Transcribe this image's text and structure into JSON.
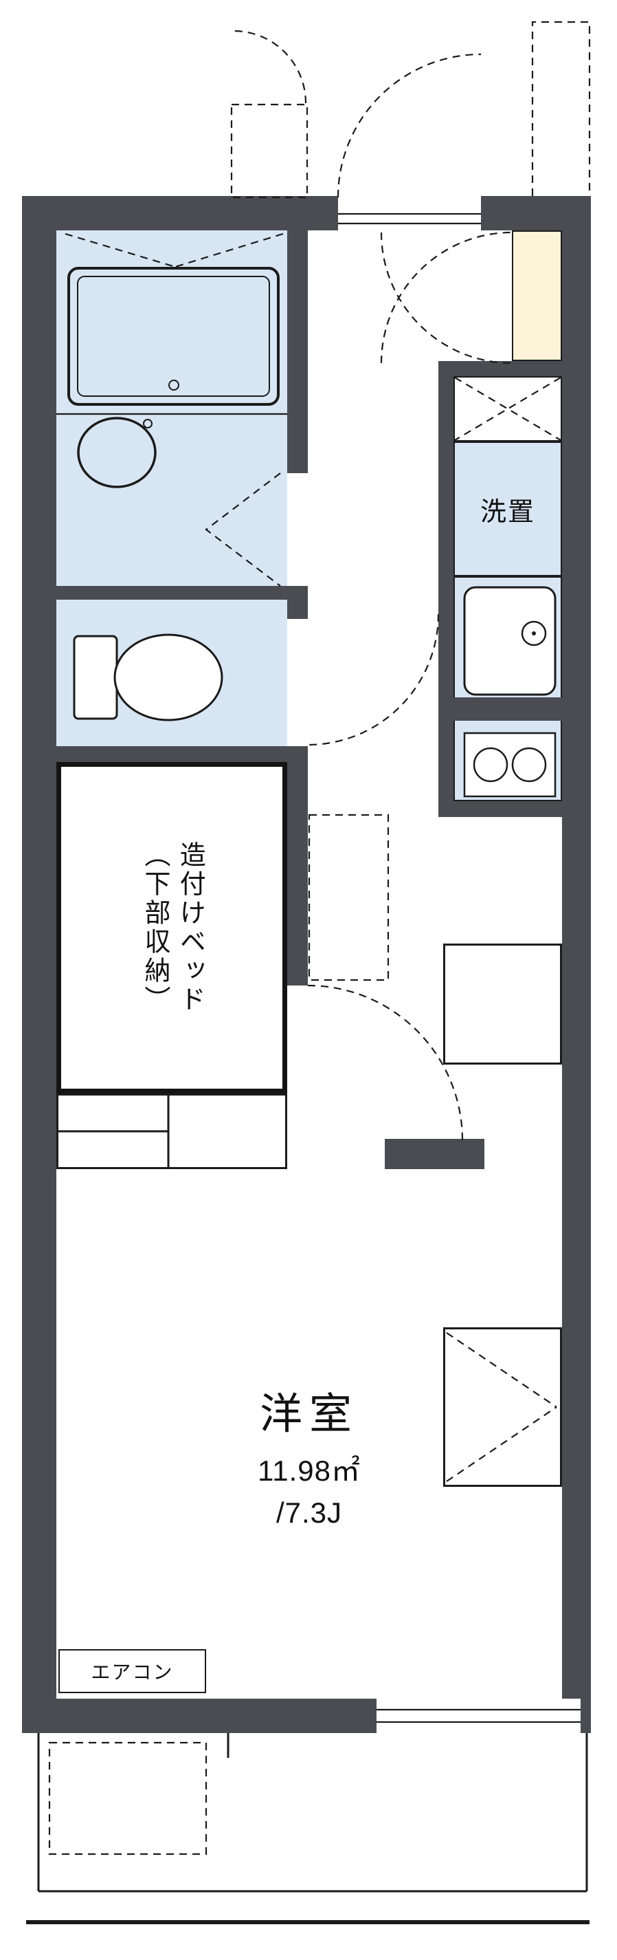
{
  "floorplan": {
    "labels": {
      "laundry": "洗置",
      "bed_col1": "造付けベッド",
      "bed_col2": "（下部収納）",
      "room_name": "洋室",
      "room_area_sqm": "11.98㎡",
      "room_area_tatami": "/7.3J",
      "aircon": "エアコン"
    },
    "colors": {
      "wall": "#4b4b52",
      "water_area": "#d8e6f4",
      "entry_tile": "#fdf3d9",
      "line": "#1b1b1b",
      "background": "#ffffff"
    }
  }
}
